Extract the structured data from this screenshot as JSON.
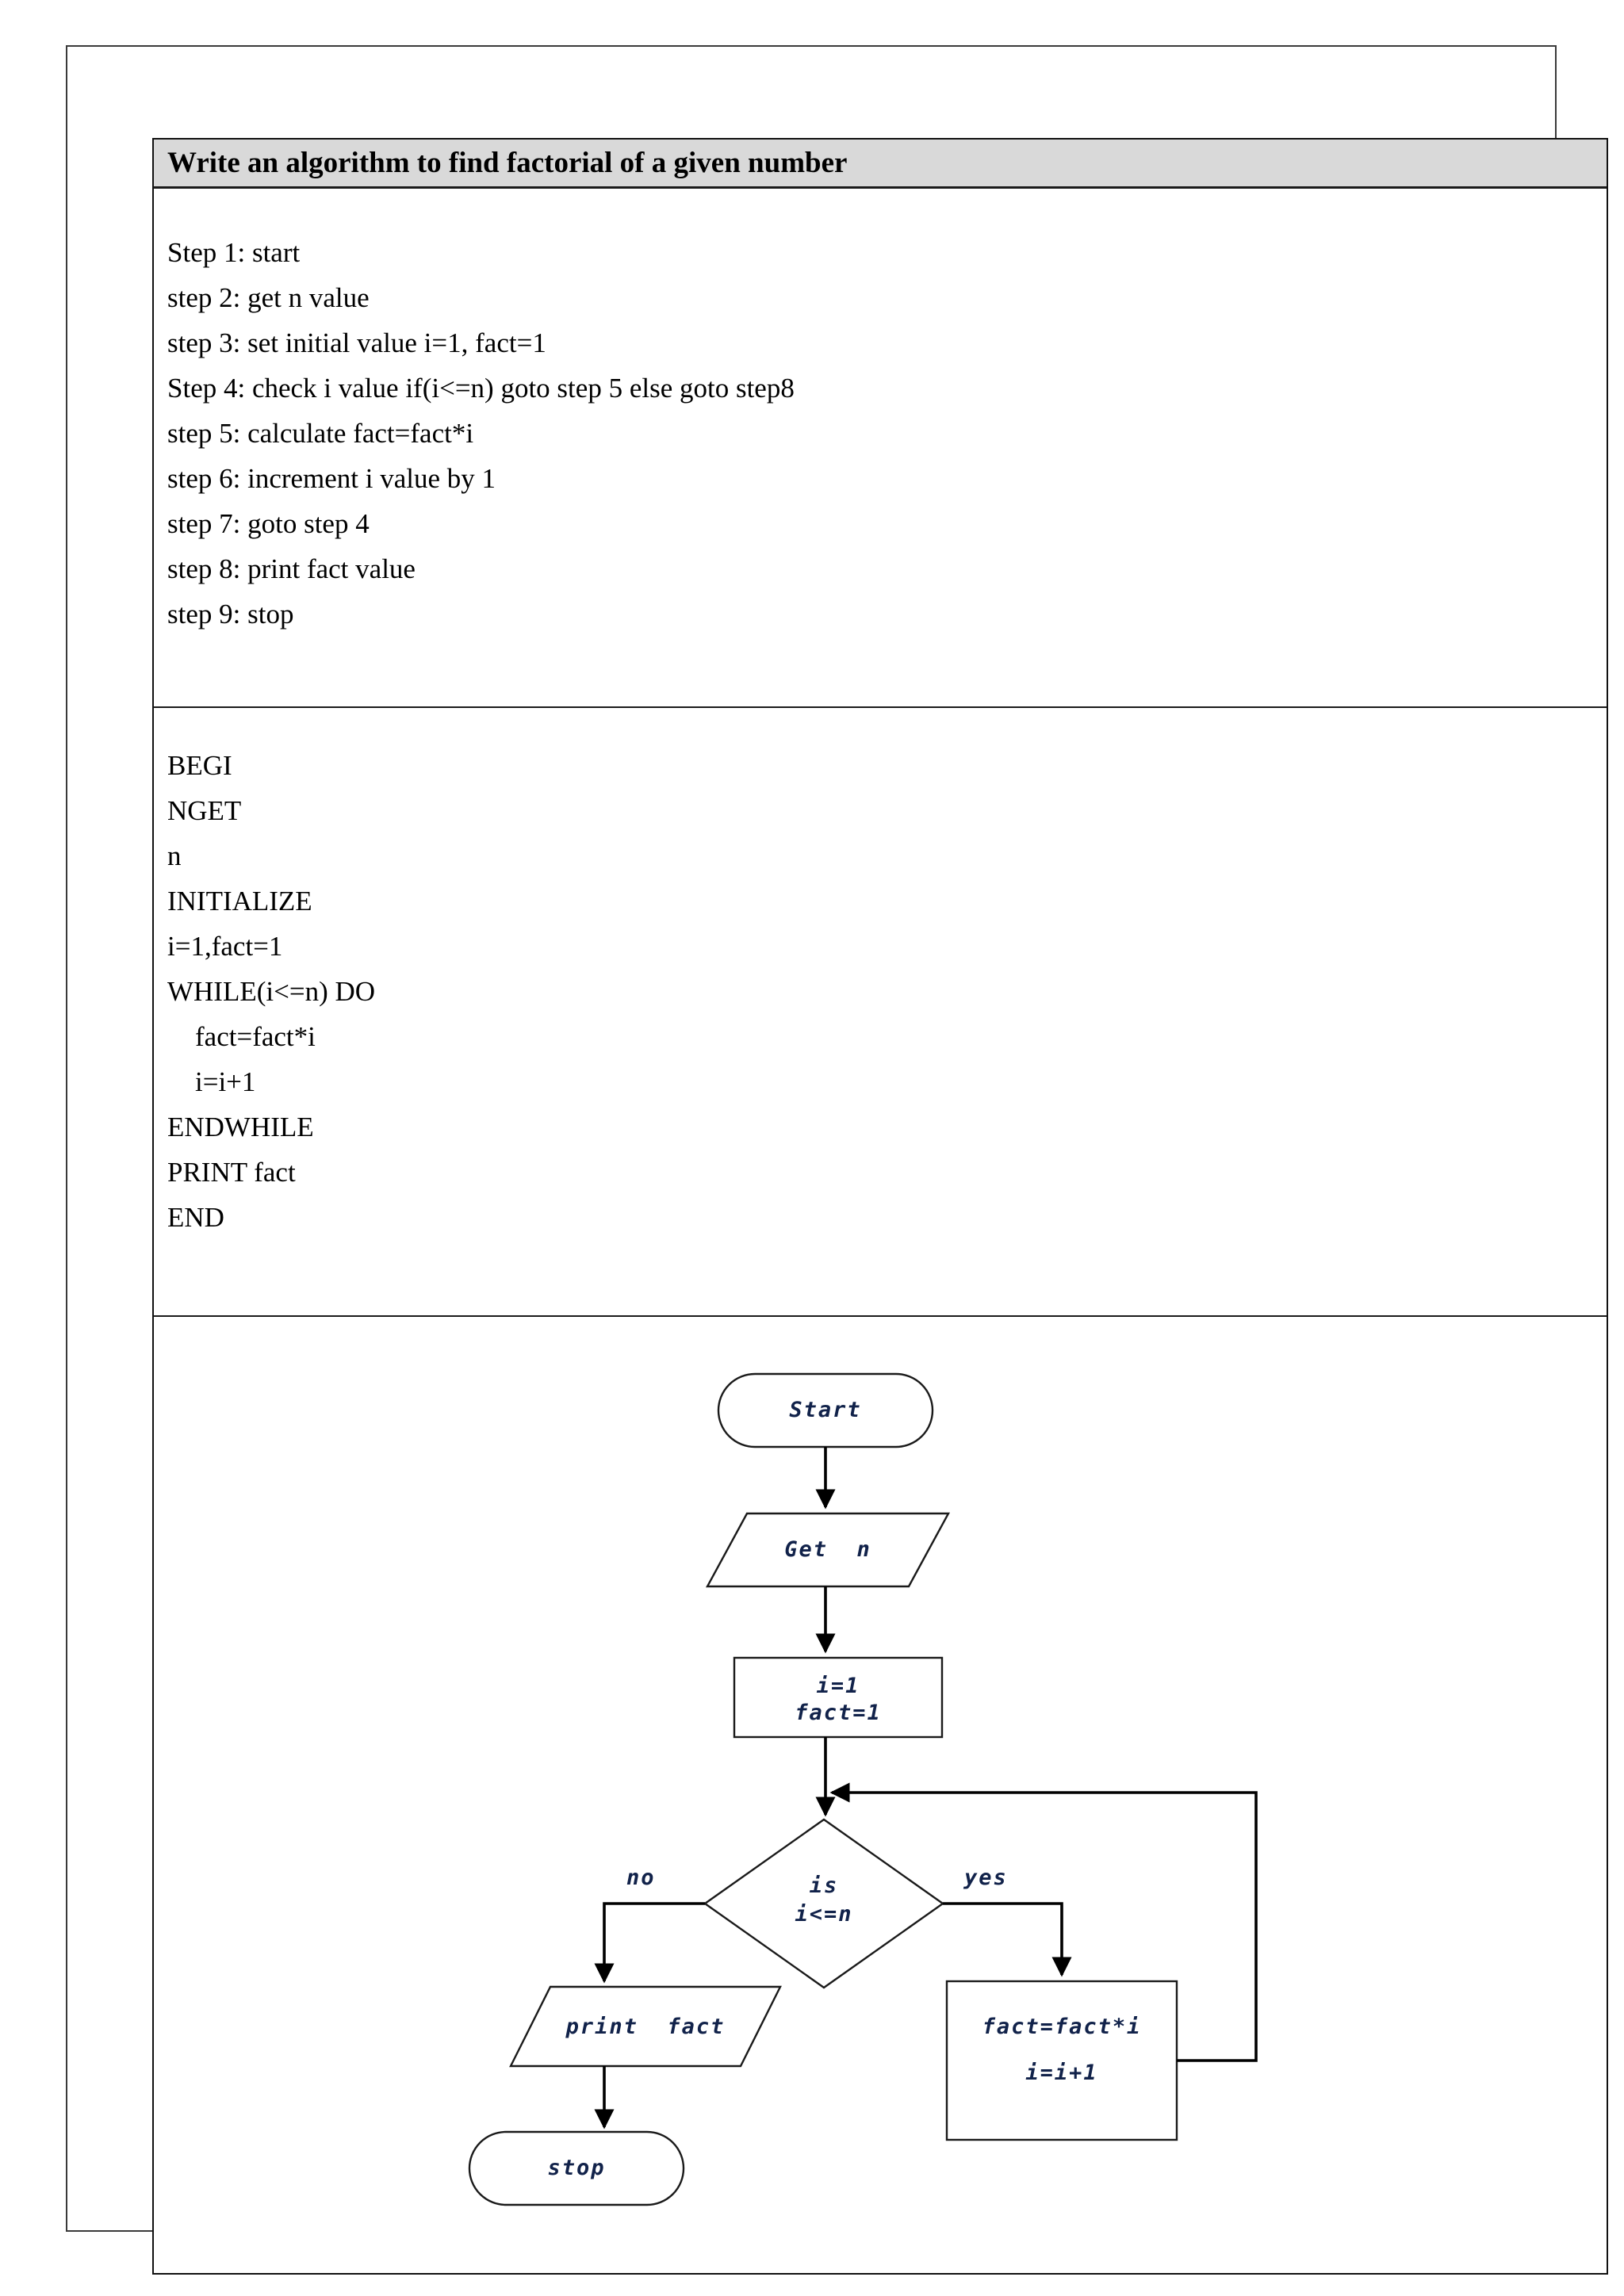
{
  "document": {
    "title": "Write an algorithm to find factorial of a given number"
  },
  "algorithm": {
    "lines": [
      "Step 1: start",
      "step 2: get n value",
      "step 3: set initial value i=1, fact=1",
      "Step 4: check i value if(i<=n) goto step 5 else goto step8",
      "step 5: calculate fact=fact*i",
      "step 6: increment i value by 1",
      "step 7: goto step 4",
      "step 8: print fact value",
      "step 9: stop"
    ]
  },
  "pseudocode": {
    "lines": [
      "BEGI",
      "NGET",
      "n",
      "INITIALIZE",
      "i=1,fact=1",
      "WHILE(i<=n) DO",
      "    fact=fact*i",
      "    i=i+1",
      "ENDWHILE",
      "PRINT fact",
      "END"
    ]
  },
  "flowchart": {
    "nodes": {
      "start": "Start",
      "input": "Get  n",
      "init_line1": "i=1",
      "init_line2": "fact=1",
      "decision_line1": "is",
      "decision_line2": "i<=n",
      "process_line1": "fact=fact*i",
      "process_line2": "i=i+1",
      "output": "print  fact",
      "stop": "stop"
    },
    "edge_labels": {
      "no": "no",
      "yes": "yes"
    }
  },
  "colors": {
    "header_background": "#d9d9d9",
    "border": "#111111",
    "page_border": "#3a3a3a",
    "flow_text": "#11224a",
    "text": "#000000"
  }
}
